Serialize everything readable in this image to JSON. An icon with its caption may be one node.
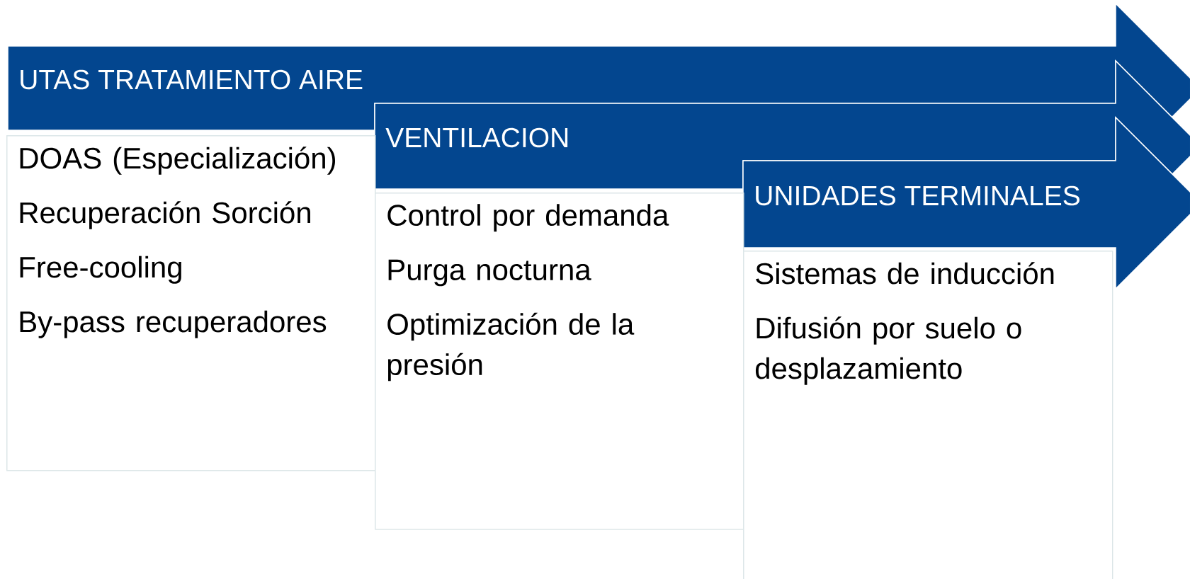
{
  "diagram": {
    "nodes": [
      {
        "text": [
          "UTAS TRATAMIENTO AIRE"
        ]
      },
      {
        "text": [
          "DOAS (Especialización)",
          "Recuperación Sorción",
          "Free-cooling",
          "By-pass recuperadores"
        ]
      },
      {
        "text": [
          "VENTILACION"
        ]
      },
      {
        "text": [
          "Control por demanda",
          "Purga nocturna",
          "Optimización de la presión"
        ]
      },
      {
        "text": [
          "UNIDADES TERMINALES"
        ]
      },
      {
        "text": [
          "Sistemas de inducción",
          "Difusión por suelo o desplazamiento"
        ]
      }
    ]
  }
}
